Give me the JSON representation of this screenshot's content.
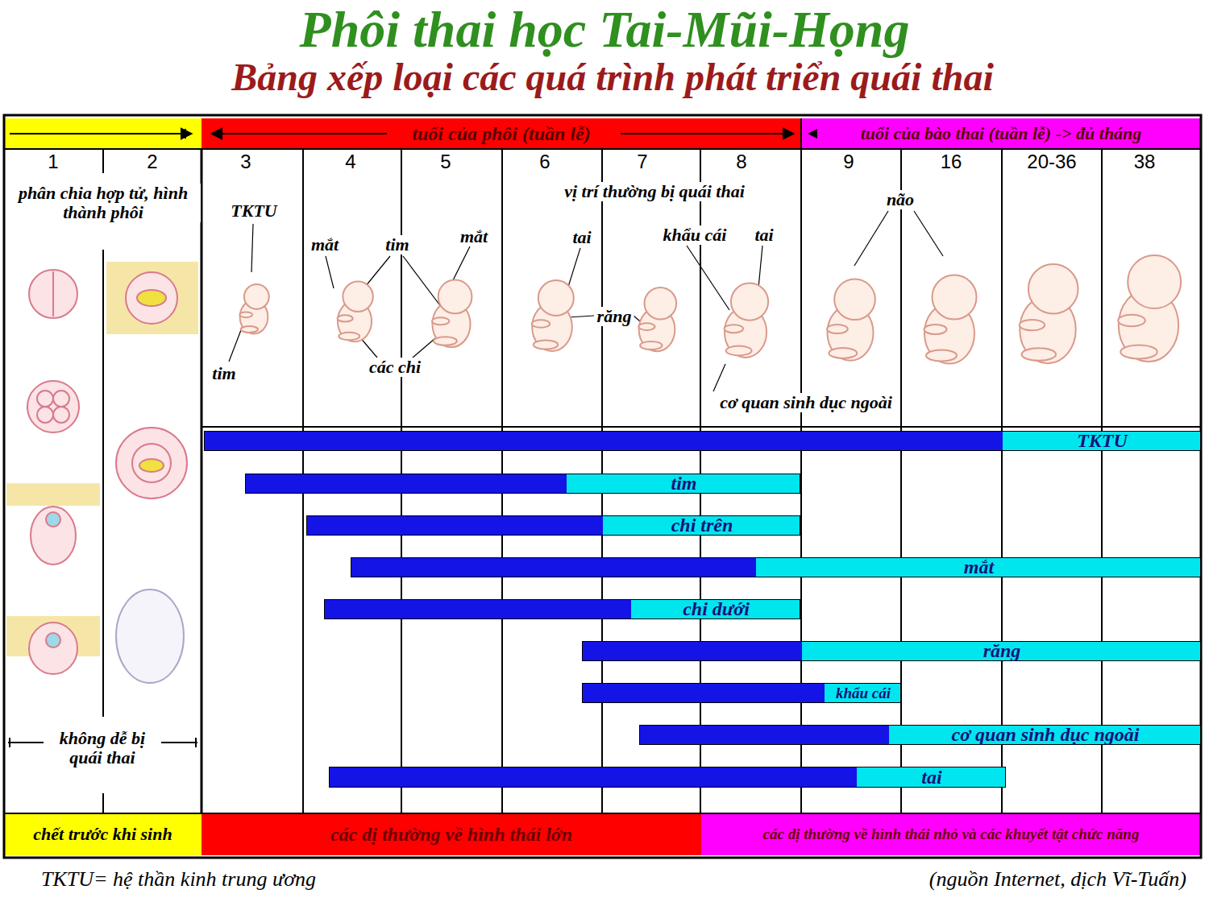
{
  "diagram": {
    "title": "Phôi thai học Tai-Mũi-Họng",
    "nodes": [
      {
        "text": [
          "tuổi của phôi (tuần lễ)"
        ]
      },
      {
        "text": [
          "tuổi của bào thai (tuần lễ) -> đủ tháng"
        ]
      },
      {
        "text": [
          "TKTU"
        ]
      },
      {
        "text": [
          "tim"
        ]
      },
      {
        "text": [
          "chi trên"
        ]
      },
      {
        "text": [
          "mắt"
        ]
      },
      {
        "text": [
          "chi dưới"
        ]
      },
      {
        "text": [
          "răng"
        ]
      },
      {
        "text": [
          "khẩu cái"
        ]
      },
      {
        "text": [
          "cơ quan sinh dục ngoài"
        ]
      },
      {
        "text": [
          "tai"
        ]
      },
      {
        "text": [
          "chết trước khi sinh"
        ]
      },
      {
        "text": [
          "các dị thường về hình thái lớn"
        ]
      },
      {
        "text": [
          "các dị thường về hình thái nhỏ và các khuyết tật chức năng"
        ]
      }
    ],
    "labels": [
      "Bảng xếp loại các quá trình phát triển quái thai",
      "1",
      "2",
      "3",
      "4",
      "5",
      "6",
      "7",
      "8",
      "9",
      "16",
      "20-36",
      "38",
      "phân chia hợp tử, hình thành phôi",
      "TKTU",
      "tim",
      "mắt",
      "tim",
      "mắt",
      "các chi",
      "vị trí thường bị quái thai",
      "tai",
      "khẩu cái",
      "tai",
      "răng",
      "não",
      "cơ quan sinh dục ngoài",
      "không dễ bị quái thai",
      "TKTU= hệ thần kinh trung ương",
      "(nguồn Internet, dịch Vĩ-Tuấn)"
    ]
  }
}
